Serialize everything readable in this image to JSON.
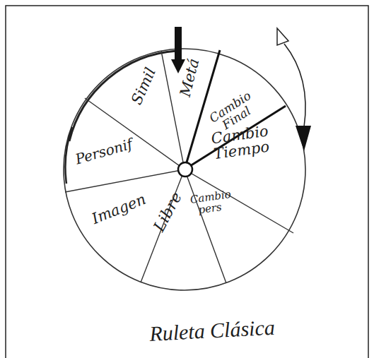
{
  "diagram": {
    "caption": "Ruleta Clásica",
    "labels": [
      "Simil",
      "Metá",
      "Cambio Final",
      "Cambio Tiempo",
      "Cambio pers",
      "Libre",
      "Imagen",
      "Personif"
    ]
  }
}
